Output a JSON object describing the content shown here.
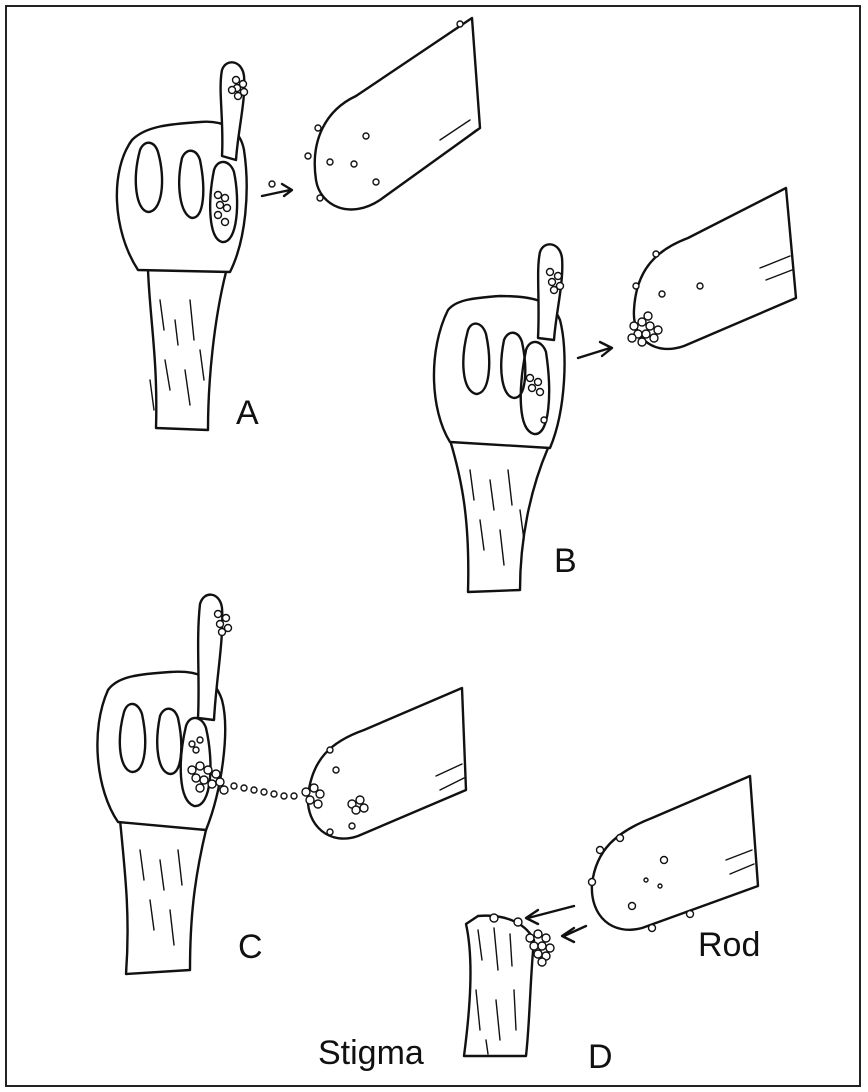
{
  "labels": {
    "A": "A",
    "B": "B",
    "C": "C",
    "D": "D",
    "rod": "Rod",
    "stigma": "Stigma"
  }
}
